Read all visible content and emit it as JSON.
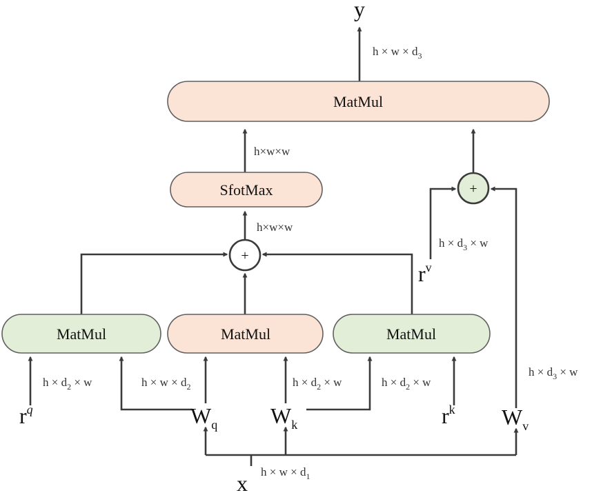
{
  "boxes": {
    "matmul_top": "MatMul",
    "softmax": "SfotMax",
    "matmul_left": "MatMul",
    "matmul_center": "MatMul",
    "matmul_right": "MatMul"
  },
  "plus_symbol": "+",
  "variables": {
    "y": "y",
    "x": "x",
    "wq": {
      "base": "W",
      "sub": "q"
    },
    "wk": {
      "base": "W",
      "sub": "k"
    },
    "wv": {
      "base": "W",
      "sub": "v"
    },
    "rq": {
      "base": "r",
      "sup": "q"
    },
    "rk": {
      "base": "r",
      "sup": "k"
    },
    "rv": {
      "base": "r",
      "sup": "v"
    }
  },
  "dims": {
    "output": {
      "text": "h × w × d",
      "sub": "3"
    },
    "softmax_out": {
      "text": "h×w×w"
    },
    "sum_out": {
      "text": "h×w×w"
    },
    "rv_in": {
      "text": "h × d",
      "sub": "3",
      "tail": " × w"
    },
    "wv_out": {
      "text": "h × d",
      "sub": "3",
      "tail": " × w"
    },
    "rq_in": {
      "text": "h × d",
      "sub": "2",
      "tail": " × w"
    },
    "wq_in": {
      "text": "h × w × d",
      "sub": "2"
    },
    "wk_in": {
      "text": "h × d",
      "sub": "2",
      "tail": " × w"
    },
    "rk_in": {
      "text": "h × d",
      "sub": "2",
      "tail": " × w"
    },
    "x_in": {
      "text": "h × w × d",
      "sub": "1"
    }
  },
  "colors": {
    "peach_box": "#fbe4d5",
    "green_box": "#e2eed8",
    "lines": "#3a3a3a"
  }
}
